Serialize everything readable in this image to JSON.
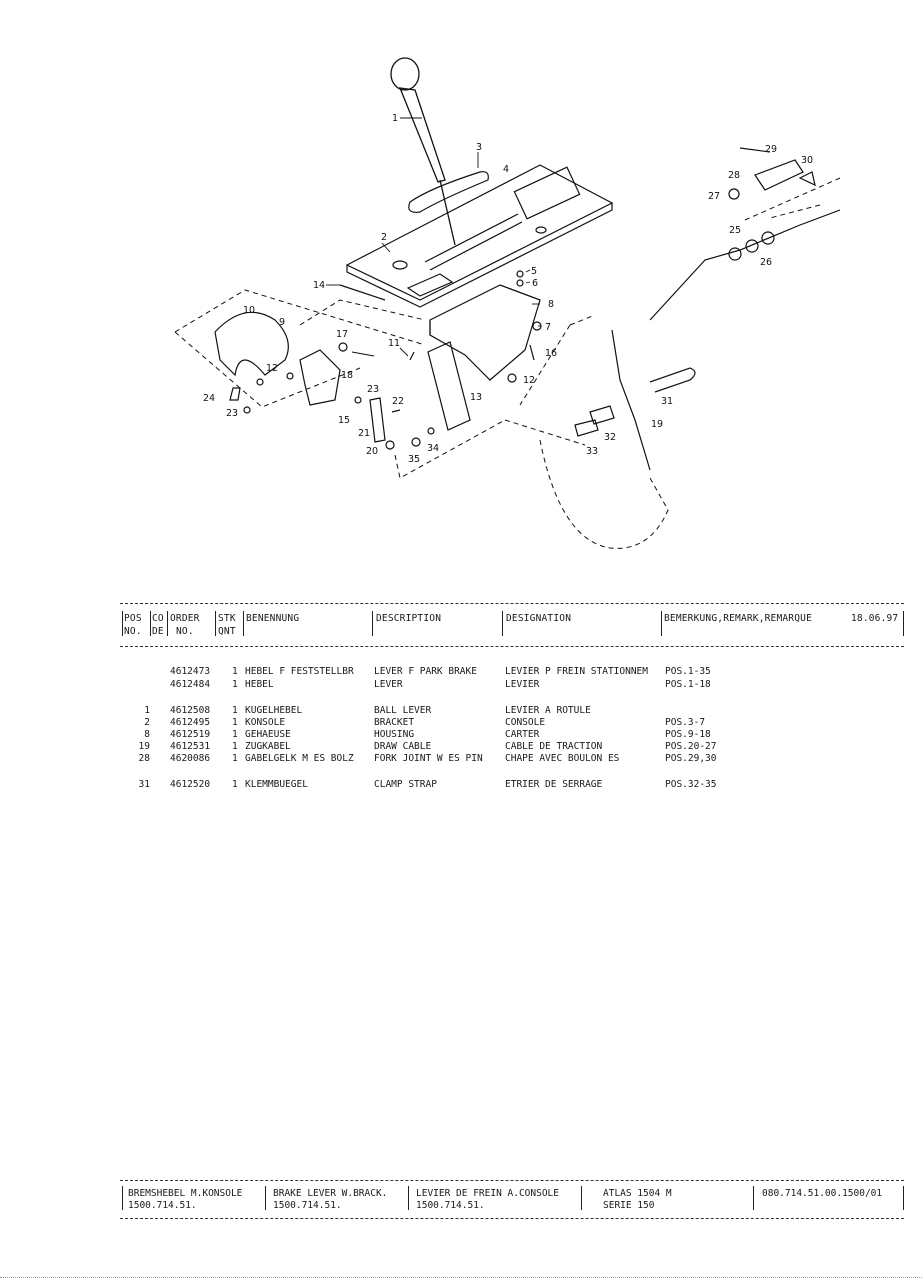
{
  "diagram": {
    "callouts": [
      "1",
      "2",
      "3",
      "4",
      "5",
      "6",
      "7",
      "8",
      "9",
      "10",
      "11",
      "12",
      "12",
      "13",
      "14",
      "15",
      "16",
      "17",
      "18",
      "19",
      "20",
      "21",
      "22",
      "23",
      "23",
      "24",
      "25",
      "26",
      "27",
      "28",
      "29",
      "30",
      "31",
      "32",
      "33",
      "34",
      "35"
    ]
  },
  "table": {
    "headers": {
      "pos_line1": "POS",
      "pos_line2": "NO.",
      "code_line1": "CO",
      "code_line2": "DE",
      "order_line1": "ORDER",
      "order_line2": "NO.",
      "qty_line1": "STK",
      "qty_line2": "QNT",
      "benennung": "BENENNUNG",
      "description": "DESCRIPTION",
      "designation": "DESIGNATION",
      "remark": "BEMERKUNG,REMARK,REMARQUE",
      "date": "18.06.97"
    },
    "rows": [
      {
        "pos": "",
        "order": "4612473",
        "qty": "1",
        "benennung": "HEBEL F FESTSTELLBR",
        "description": "LEVER F PARK BRAKE",
        "designation": "LEVIER P FREIN STATIONNEM",
        "remark": "POS.1-35"
      },
      {
        "pos": "",
        "order": "4612484",
        "qty": "1",
        "benennung": "HEBEL",
        "description": "LEVER",
        "designation": "LEVIER",
        "remark": "POS.1-18"
      },
      {
        "pos": "1",
        "order": "4612508",
        "qty": "1",
        "benennung": "KUGELHEBEL",
        "description": "BALL LEVER",
        "designation": "LEVIER A ROTULE",
        "remark": ""
      },
      {
        "pos": "2",
        "order": "4612495",
        "qty": "1",
        "benennung": "KONSOLE",
        "description": "BRACKET",
        "designation": "CONSOLE",
        "remark": "POS.3-7"
      },
      {
        "pos": "8",
        "order": "4612519",
        "qty": "1",
        "benennung": "GEHAEUSE",
        "description": "HOUSING",
        "designation": "CARTER",
        "remark": "POS.9-18"
      },
      {
        "pos": "19",
        "order": "4612531",
        "qty": "1",
        "benennung": "ZUGKABEL",
        "description": "DRAW CABLE",
        "designation": "CABLE DE TRACTION",
        "remark": "POS.20-27"
      },
      {
        "pos": "28",
        "order": "4620086",
        "qty": "1",
        "benennung": "GABELGELK M ES BOLZ",
        "description": "FORK JOINT W ES PIN",
        "designation": "CHAPE AVEC BOULON ES",
        "remark": "POS.29,30"
      },
      {
        "pos": "31",
        "order": "4612520",
        "qty": "1",
        "benennung": "KLEMMBUEGEL",
        "description": "CLAMP STRAP",
        "designation": "ETRIER DE SERRAGE",
        "remark": "POS.32-35"
      }
    ]
  },
  "footer": {
    "de_title": "BREMSHEBEL M.KONSOLE",
    "de_code": "1500.714.51.",
    "en_title": "BRAKE LEVER W.BRACK.",
    "en_code": "1500.714.51.",
    "fr_title": "LEVIER DE FREIN A.CONSOLE",
    "fr_code": "1500.714.51.",
    "model": "ATLAS 1504 M",
    "series": "SERIE 150",
    "doc_number": "080.714.51.00.1500/01"
  }
}
